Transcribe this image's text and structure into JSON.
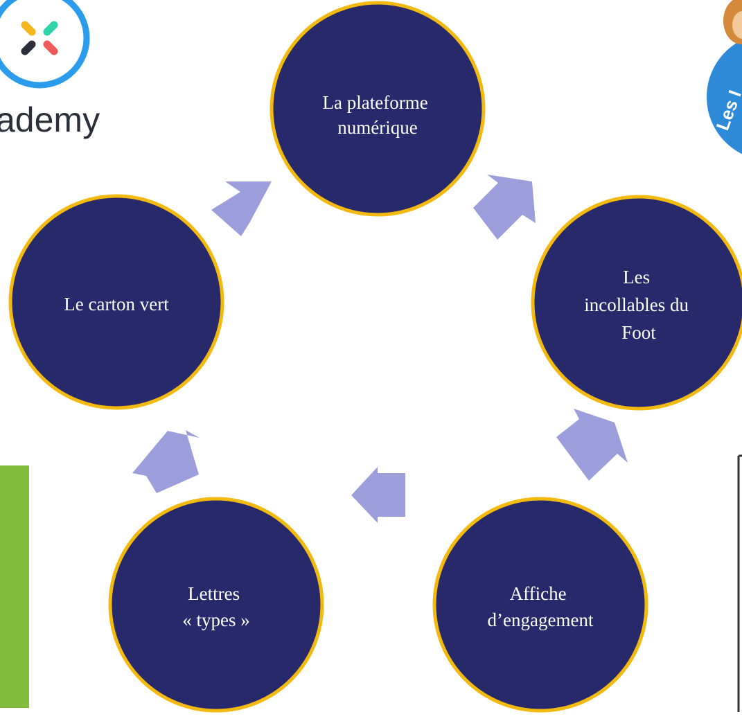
{
  "colors": {
    "node_fill": "#28296b",
    "node_ring": "#f2b90f",
    "arrow": "#9c9edc",
    "logo_ring": "#2b9cec",
    "logo_text": "#2a2f3a",
    "green_panel": "#83bc3d",
    "dark_frame": "#333333"
  },
  "logo": {
    "text": "ademy",
    "icon": "academy-x-logo-icon"
  },
  "badge": {
    "text": "Les I",
    "icon": "incollables-badge-icon"
  },
  "cycle": {
    "nodes": [
      {
        "id": "plateforme",
        "lines": [
          "La plateforme",
          "numérique"
        ]
      },
      {
        "id": "incollables",
        "lines": [
          "Les",
          "incollables du",
          "Foot"
        ]
      },
      {
        "id": "affiche",
        "lines": [
          "Affiche",
          "d’engagement"
        ]
      },
      {
        "id": "lettres",
        "lines": [
          "Lettres",
          "« types »"
        ]
      },
      {
        "id": "carton",
        "lines": [
          "Le carton vert"
        ]
      }
    ]
  }
}
